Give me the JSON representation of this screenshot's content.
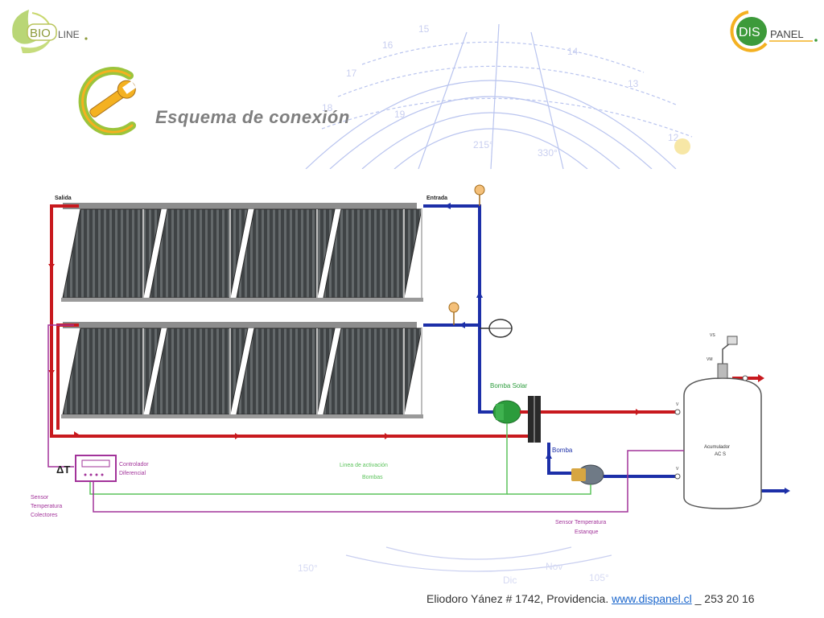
{
  "header": {
    "logo_left": {
      "part1": "BIO",
      "part2": "LINE"
    },
    "logo_right": {
      "part1": "DIS",
      "part2": "PANEL"
    },
    "title": "Esquema de conexión"
  },
  "diagram": {
    "labels": {
      "salida": "Salida",
      "entrada": "Entrada",
      "bomba_solar": "Bomba Solar",
      "bomba": "Bomba",
      "delta_t": "ΔT",
      "controlador_l1": "Controlador",
      "controlador_l2": "Diferencial",
      "linea_l1": "Linea de activación",
      "linea_l2": "Bombas",
      "sensor_col_l1": "Sensor",
      "sensor_col_l2": "Temperatura",
      "sensor_col_l3": "Colectores",
      "sensor_est_l1": "Sensor Temperatura",
      "sensor_est_l2": "Estanque",
      "tank_l1": "Acumulador",
      "tank_l2": "AC S",
      "v": "V",
      "vs": "VS",
      "vm": "VM"
    },
    "colors": {
      "hot": "#c8191e",
      "cold": "#1c2fa8",
      "signal": "#5cc35c",
      "sensor": "#a2339a",
      "panel": "#4a4a4a"
    }
  },
  "background": {
    "numbers": [
      "15",
      "14",
      "16",
      "13",
      "17",
      "18",
      "19",
      "12",
      "215°",
      "330°",
      "150°",
      "105°",
      "Dic",
      "Nov"
    ]
  },
  "footer": {
    "address": "Eliodoro Yánez # 1742, Providencia. ",
    "website": "www.dispanel.cl",
    "phone": " _ 253 20 16"
  }
}
